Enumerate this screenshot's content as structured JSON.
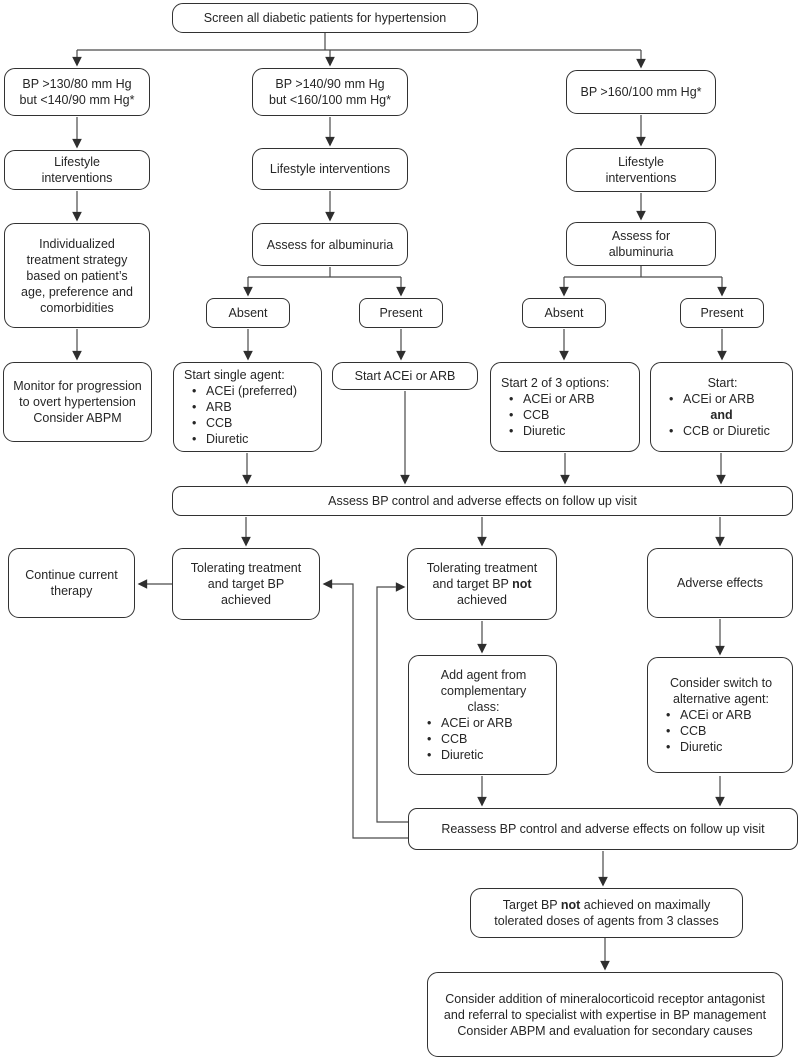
{
  "colors": {
    "box_border": "#323232",
    "text": "#262626",
    "connector": "#4a4a4a",
    "background": "#ffffff"
  },
  "nodes": {
    "screen": {
      "text": "Screen all diabetic patients for hypertension"
    },
    "bp_mild": {
      "line1": "BP >130/80 mm Hg",
      "line2": "but <140/90 mm Hg*"
    },
    "bp_moderate": {
      "line1": "BP >140/90 mm Hg",
      "line2": "but <160/100 mm Hg*"
    },
    "bp_severe": {
      "text": "BP >160/100 mm Hg*"
    },
    "lifestyle_left": {
      "line1": "Lifestyle",
      "line2": "interventions"
    },
    "lifestyle_mid": {
      "text": "Lifestyle interventions"
    },
    "lifestyle_right": {
      "line1": "Lifestyle",
      "line2": "interventions"
    },
    "individualized": {
      "lines": [
        "Individualized",
        "treatment strategy",
        "based on patient’s",
        "age, preference and",
        "comorbidities"
      ]
    },
    "monitor": {
      "text1": "Monitor for progression to overt hypertension",
      "text2": "Consider ABPM"
    },
    "albuminuria_mid": {
      "text": "Assess for albuminuria"
    },
    "albuminuria_right": {
      "line1": "Assess for",
      "line2": "albuminuria"
    },
    "absent_mid": {
      "text": "Absent"
    },
    "present_mid": {
      "text": "Present"
    },
    "absent_right": {
      "text": "Absent"
    },
    "present_right": {
      "text": "Present"
    },
    "start_single": {
      "title": "Start single agent:",
      "bullets": [
        "ACEi (preferred)",
        "ARB",
        "CCB",
        "Diuretic"
      ]
    },
    "start_acei_arb": {
      "text": "Start ACEi or ARB"
    },
    "start_two_of_three": {
      "title": "Start 2 of 3 options:",
      "bullets": [
        "ACEi or ARB",
        "CCB",
        "Diuretic"
      ]
    },
    "start_combination": {
      "title": "Start:",
      "bullet1": "ACEi or ARB",
      "conjunction": "and",
      "bullet2": "CCB or Diuretic"
    },
    "assess_bar": {
      "text": "Assess BP control and adverse effects on follow up visit"
    },
    "continue_therapy": {
      "text": "Continue current therapy"
    },
    "tolerating_achieved": {
      "line1": "Tolerating treatment",
      "line2": "and target BP",
      "line3": "achieved"
    },
    "tolerating_not_achieved": {
      "line1": "Tolerating treatment",
      "line2_pre": "and target BP ",
      "line2_bold": "not",
      "line3": "achieved"
    },
    "adverse_effects": {
      "text": "Adverse effects"
    },
    "add_agent": {
      "title_lines": [
        "Add agent from",
        "complementary",
        "class:"
      ],
      "bullets": [
        "ACEi or ARB",
        "CCB",
        "Diuretic"
      ]
    },
    "consider_switch": {
      "title": "Consider switch to alternative agent:",
      "bullets": [
        "ACEi or ARB",
        "CCB",
        "Diuretic"
      ]
    },
    "reassess_bar": {
      "text": "Reassess BP control and adverse effects on follow up visit"
    },
    "target_not_achieved": {
      "pre": "Target BP ",
      "bold": "not",
      "post": " achieved on maximally tolerated doses of agents from 3 classes"
    },
    "final": {
      "text1": "Consider addition of mineralocorticoid receptor antagonist and referral to specialist with expertise in BP management",
      "text2": "Consider ABPM and evaluation for secondary causes"
    }
  }
}
